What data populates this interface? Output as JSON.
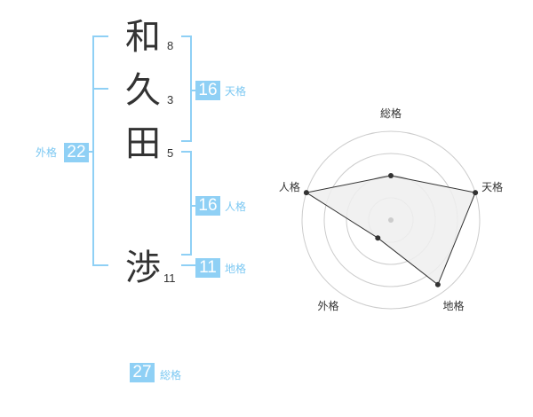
{
  "name": {
    "chars": [
      {
        "char": "和",
        "strokes": "8"
      },
      {
        "char": "久",
        "strokes": "3"
      },
      {
        "char": "田",
        "strokes": "5"
      },
      {
        "char": "渉",
        "strokes": "11"
      }
    ]
  },
  "scores": {
    "tenkaku": {
      "value": "16",
      "label": "天格"
    },
    "jinkaku": {
      "value": "16",
      "label": "人格"
    },
    "chikaku": {
      "value": "11",
      "label": "地格"
    },
    "gaikaku": {
      "value": "22",
      "label": "外格"
    },
    "soukaku": {
      "value": "27",
      "label": "総格"
    }
  },
  "radar": {
    "axes": [
      "総格",
      "天格",
      "地格",
      "外格",
      "人格"
    ],
    "levels": 4,
    "levels_filled": [
      0.5,
      1.0,
      0.9,
      0.25,
      1.0
    ],
    "grid_color": "#cccccc",
    "fill_color": "#efefef",
    "line_color": "#333333",
    "center_color": "#cccccc"
  },
  "colors": {
    "accent": "#8fd0f5",
    "label": "#7cc8f2",
    "text": "#333333"
  }
}
